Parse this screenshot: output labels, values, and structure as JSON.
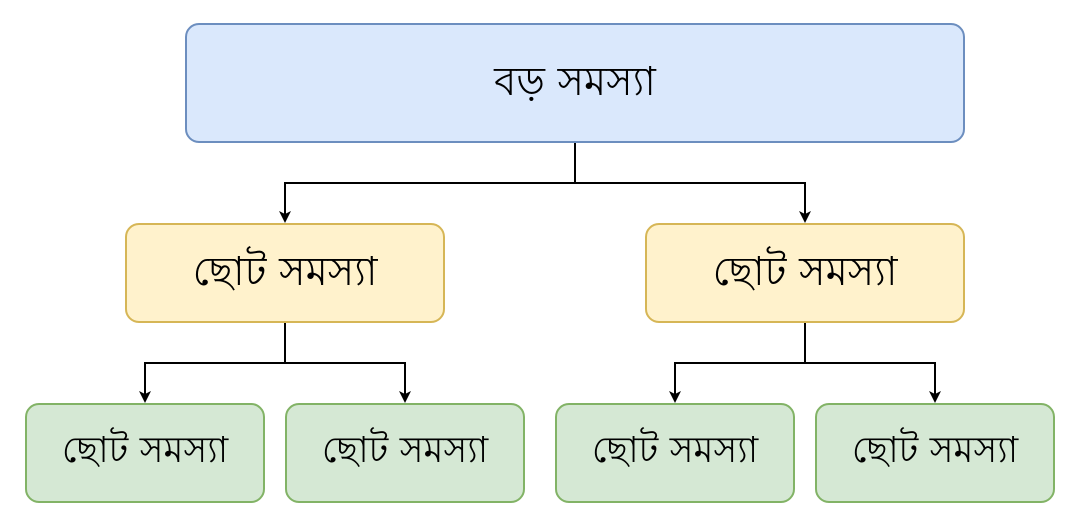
{
  "root": {
    "label": "বড় সমস্যা"
  },
  "children": [
    {
      "label": "ছোট সমস্যা",
      "children": [
        {
          "label": "ছোট সমস্যা"
        },
        {
          "label": "ছোট সমস্যা"
        }
      ]
    },
    {
      "label": "ছোট সমস্যা",
      "children": [
        {
          "label": "ছোট সমস্যা"
        },
        {
          "label": "ছোট সমস্যা"
        }
      ]
    }
  ],
  "colors": {
    "root_fill": "#dae8fc",
    "root_border": "#6c8ebf",
    "mid_fill": "#fff2cc",
    "mid_border": "#d6b656",
    "leaf_fill": "#d5e8d4",
    "leaf_border": "#82b366",
    "edge": "#000000"
  }
}
